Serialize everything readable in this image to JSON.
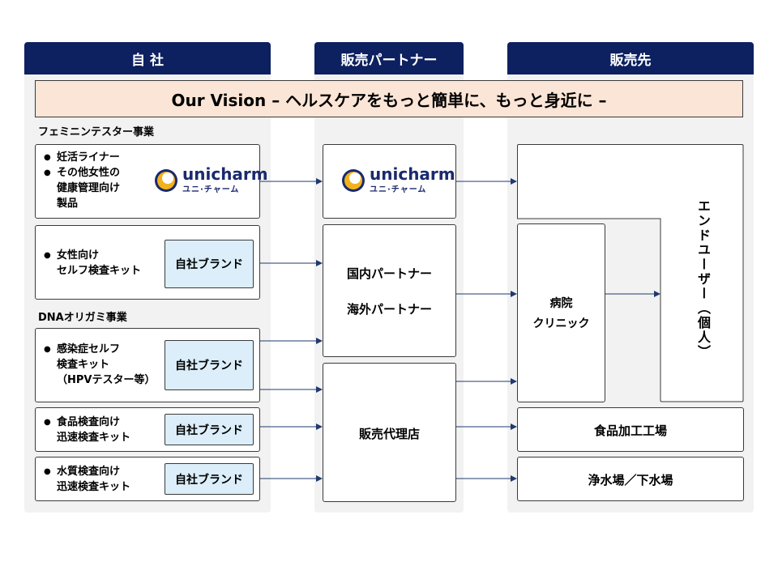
{
  "columns": {
    "own": "自 社",
    "partner": "販売パートナー",
    "customer": "販売先"
  },
  "vision": "Our Vision  –  ヘルスケアをもっと簡単に、もっと身近に  –",
  "sections": {
    "femtech": "フェミニンテスター事業",
    "dna": "DNAオリガミ事業"
  },
  "own_boxes": {
    "box1": [
      "妊活ライナー",
      "その他女性の\n健康管理向け\n製品"
    ],
    "box2": [
      "女性向け\nセルフ検査キット"
    ],
    "box3": [
      "感染症セルフ\n検査キット\n（HPVテスター等）"
    ],
    "box4": [
      "食品検査向け\n迅速検査キット"
    ],
    "box5": [
      "水質検査向け\n迅速検査キット"
    ]
  },
  "own_brand_label": "自社ブランド",
  "logo": {
    "word": "unicharm",
    "sub": "ユニ·チャーム"
  },
  "partners": {
    "domestic": "国内パートナー",
    "overseas": "海外パートナー",
    "agency": "販売代理店"
  },
  "customers": {
    "hospital_line1": "病院",
    "hospital_line2": "クリニック",
    "end_user": "エンドユーザー（個人）",
    "food_factory": "食品加工工場",
    "water": "浄水場／下水場"
  },
  "colors": {
    "header_bg": "#0d2060",
    "vision_bg": "#fbe5d6",
    "brand_bg": "#dbeef9",
    "logo_yellow": "#f2b21c"
  }
}
